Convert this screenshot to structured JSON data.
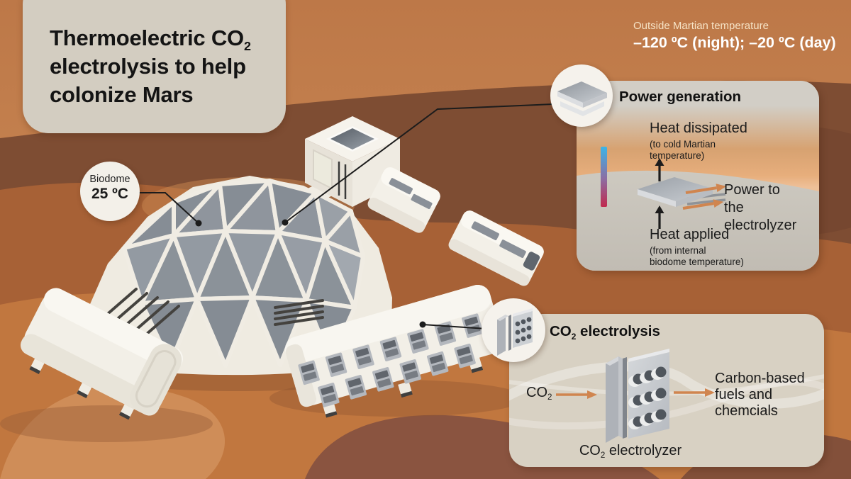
{
  "title": {
    "line1_pre": "Thermoelectric CO",
    "line1_sub": "2",
    "line2": "electrolysis to help",
    "line3": "colonize Mars"
  },
  "outside_temperature": {
    "label": "Outside Martian temperature",
    "value": "–120 ºC (night); –20 ºC (day)"
  },
  "biodome_badge": {
    "label": "Biodome",
    "temperature": "25 ºC"
  },
  "power_panel": {
    "title": "Power generation",
    "heat_dissipated_title": "Heat dissipated",
    "heat_dissipated_sub1": "(to cold Martian",
    "heat_dissipated_sub2": "temperature)",
    "power_to_line1": "Power to",
    "power_to_line2": "the electrolyzer",
    "heat_applied_title": "Heat applied",
    "heat_applied_sub1": "(from internal",
    "heat_applied_sub2": "biodome temperature)"
  },
  "electrolysis_panel": {
    "title_pre": "CO",
    "title_sub": "2",
    "title_post": " electrolysis",
    "input_pre": "CO",
    "input_sub": "2",
    "output_line1": "Carbon-based",
    "output_line2": "fuels and",
    "output_line3": "chemcials",
    "device_pre": "CO",
    "device_sub": "2",
    "device_post": " electrolyzer"
  },
  "icons": {
    "power_generation_circle": "thermoelectric-plate-icon",
    "electrolysis_circle": "electrolyzer-stack-icon",
    "heat_arrows": "up-arrow-icon",
    "flow_arrows": "orange-flow-arrow-icon"
  },
  "colors": {
    "sky_orange": "#c8854f",
    "terrain_dark": "#7e4d33",
    "terrain_mid": "#a76136",
    "terrain_light": "#c1773f",
    "card_beige": "#d3cdc1",
    "panel_beige": "#d8d1c3",
    "arrow_orange": "#d0854f",
    "thermometer_cold": "#3ab5e8",
    "thermometer_hot": "#c02a4e",
    "dome_glass_grey": "#8d939b",
    "text_dark": "#1b1b1b",
    "text_light": "#ffffff"
  }
}
